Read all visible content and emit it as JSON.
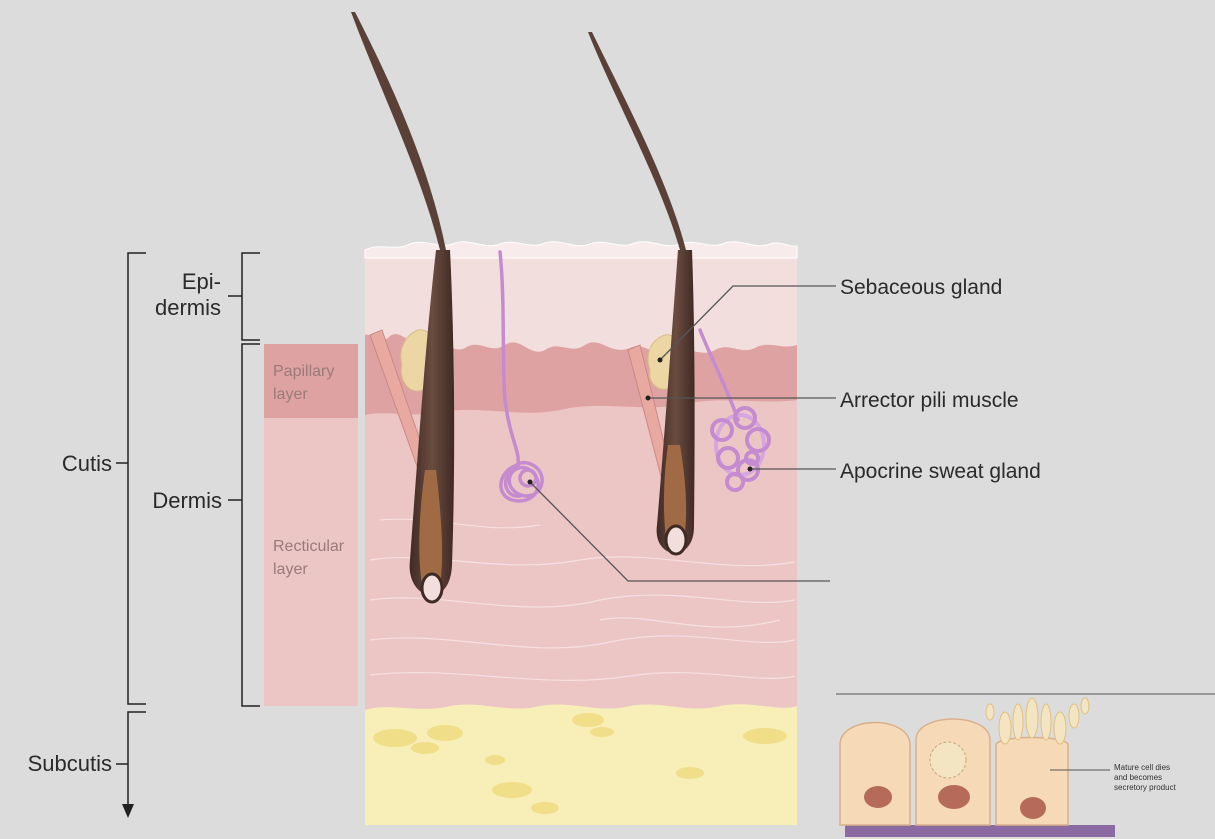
{
  "labels": {
    "epidermis_line1": "Epi-",
    "epidermis_line2": "dermis",
    "cutis": "Cutis",
    "dermis": "Dermis",
    "subcutis": "Subcutis",
    "papillary_line1": "Papillary",
    "papillary_line2": "layer",
    "reticular_line1": "Recticular",
    "reticular_line2": "layer",
    "sebaceous_gland": "Sebaceous gland",
    "arrector_pili_muscle": "Arrector pili muscle",
    "apocrine_sweat_gland": "Apocrine sweat gland",
    "secretion_note_line1": "Mature cell dies",
    "secretion_note_line2": "and becomes",
    "secretion_note_line3": "secretory product"
  },
  "colors": {
    "background": "#dcdcdc",
    "epidermis": "#f3dede",
    "papillary_dermis": "#dfa2a2",
    "reticular_dermis": "#ecc5c5",
    "subcutis_fat": "#f7eeb8",
    "hair_shaft": "#5a4037",
    "sweat_gland": "#c58bd0",
    "sebaceous": "#ecd7a4"
  }
}
